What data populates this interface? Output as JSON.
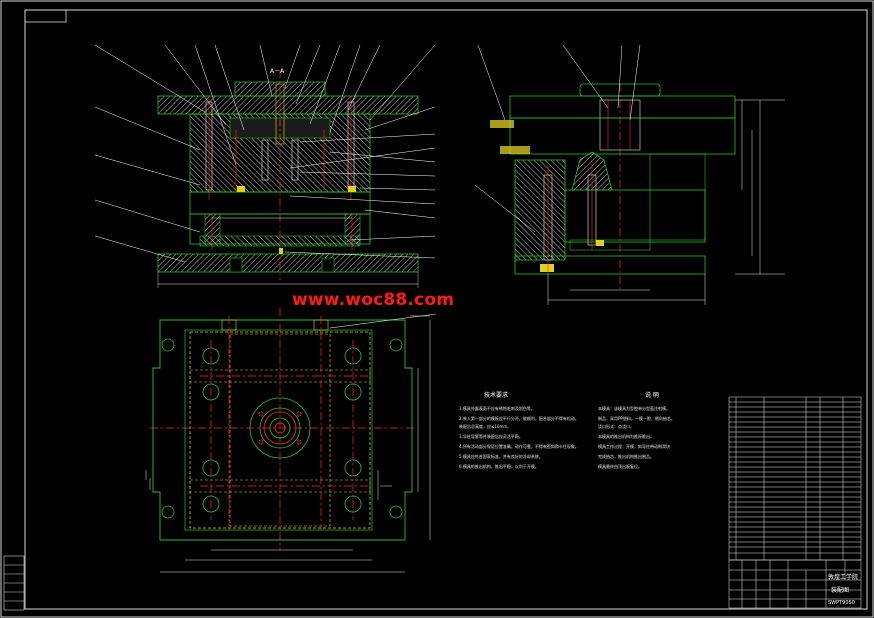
{
  "watermark": "www.woc88.com",
  "section_label": "A－A",
  "technical_requirements": {
    "title": "技术要求",
    "lines": [
      "1.模具外露表面不应有锈蚀毛刺及划伤等。",
      "2.装入第一部分的模板应平行分开，能顺利，配合部分不得有松动。",
      "  装配后总高度，应≤10mm。",
      "3.导柱导套等件装配后应灵活平稳。",
      "4.所有活动部分保证位置准确，动作可靠，不得有歪斜和卡住现象。",
      "5.模具应符合国家标准，并有良好的冷却系统。",
      "6.模具的推出机构，推出平稳，以利于开模。"
    ]
  },
  "description": {
    "title": "说 明",
    "lines": [
      "本模具：该模具为型腔单分型面注射模。",
      "制品：采用PP塑料，一模一腔，侧向抽芯。",
      "浇口形式：点浇口。",
      "本模具的推出机构为推杆推出。",
      "模具工作过程：开模，斜导柱带动侧滑块",
      "完成抽芯，推出机构推出制品。",
      "模具最终由顶出板复位。"
    ]
  },
  "title_block": {
    "school": "敦煌工学院",
    "drawing_name": "装配图",
    "drawing_code": "SWPT9050"
  },
  "colors": {
    "outline": "#27c427",
    "centerline": "#ff2a2a",
    "hatch": "#bfbfbf",
    "dimension": "#e8e8e8",
    "leader": "#ffffff",
    "watermark": "#ff1a1a",
    "yellow": "#e0d020",
    "cyan": "#28c8c8"
  }
}
